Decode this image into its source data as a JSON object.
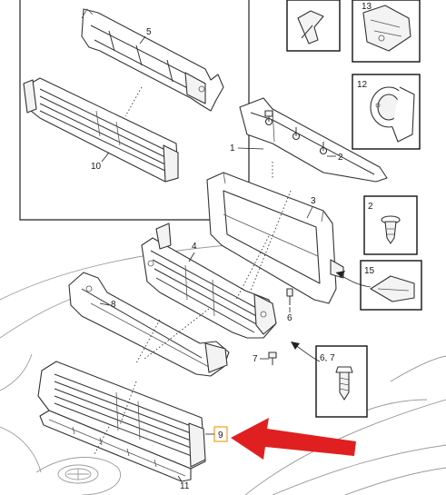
{
  "callouts": {
    "c1": "1",
    "c2": "2",
    "c3": "3",
    "c4": "4",
    "c5": "5",
    "c6": "6",
    "c7": "7",
    "c8": "8",
    "c9": "9",
    "c10": "10",
    "c11": "11"
  },
  "tiles": {
    "t2": "2",
    "t6_7": "6, 7",
    "t12": "12",
    "t13": "13",
    "t15": "15"
  },
  "colors": {
    "arrow": "#e02020",
    "highlight_box": "#f0a020",
    "line": "#333333",
    "background_outline": "#9a9a9a"
  },
  "icons": [
    "red-arrow-pointer-icon",
    "screw-icon",
    "clip-icon",
    "bracket-icon",
    "headlight-icon"
  ]
}
